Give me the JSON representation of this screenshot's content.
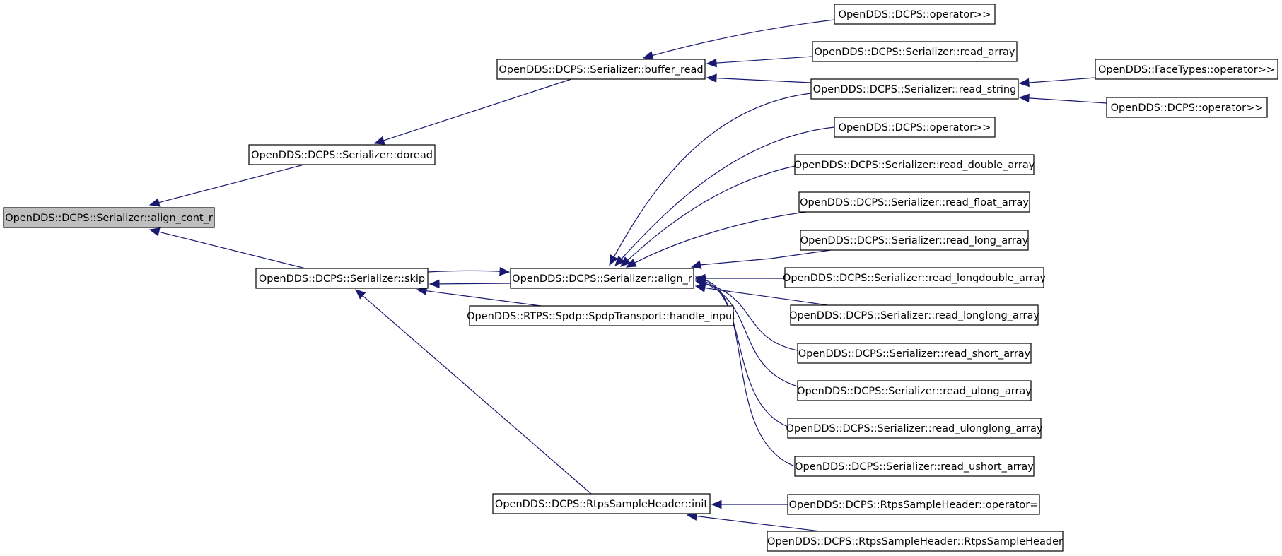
{
  "diagram": {
    "type": "caller-graph",
    "colors": {
      "edge": "#191970",
      "root_fill": "#bfbfbf",
      "node_fill": "#ffffff"
    },
    "nodes": [
      {
        "id": "align_cont_r",
        "label": "OpenDDS::DCPS::Serializer::align_cont_r",
        "root": true
      },
      {
        "id": "doread",
        "label": "OpenDDS::DCPS::Serializer::doread"
      },
      {
        "id": "skip",
        "label": "OpenDDS::DCPS::Serializer::skip"
      },
      {
        "id": "buffer_read",
        "label": "OpenDDS::DCPS::Serializer::buffer_read"
      },
      {
        "id": "align_r",
        "label": "OpenDDS::DCPS::Serializer::align_r"
      },
      {
        "id": "handle_input",
        "label": "OpenDDS::RTPS::Spdp::SpdpTransport::handle_input"
      },
      {
        "id": "rsh_init",
        "label": "OpenDDS::DCPS::RtpsSampleHeader::init"
      },
      {
        "id": "op_a",
        "label": "OpenDDS::DCPS::operator>>"
      },
      {
        "id": "read_array",
        "label": "OpenDDS::DCPS::Serializer::read_array"
      },
      {
        "id": "read_string",
        "label": "OpenDDS::DCPS::Serializer::read_string"
      },
      {
        "id": "op_b",
        "label": "OpenDDS::DCPS::operator>>"
      },
      {
        "id": "read_double_array",
        "label": "OpenDDS::DCPS::Serializer::read_double_array"
      },
      {
        "id": "read_float_array",
        "label": "OpenDDS::DCPS::Serializer::read_float_array"
      },
      {
        "id": "read_long_array",
        "label": "OpenDDS::DCPS::Serializer::read_long_array"
      },
      {
        "id": "read_longdouble_array",
        "label": "OpenDDS::DCPS::Serializer::read_longdouble_array"
      },
      {
        "id": "read_longlong_array",
        "label": "OpenDDS::DCPS::Serializer::read_longlong_array"
      },
      {
        "id": "read_short_array",
        "label": "OpenDDS::DCPS::Serializer::read_short_array"
      },
      {
        "id": "read_ulong_array",
        "label": "OpenDDS::DCPS::Serializer::read_ulong_array"
      },
      {
        "id": "read_ulonglong_array",
        "label": "OpenDDS::DCPS::Serializer::read_ulonglong_array"
      },
      {
        "id": "read_ushort_array",
        "label": "OpenDDS::DCPS::Serializer::read_ushort_array"
      },
      {
        "id": "rsh_op_assign",
        "label": "OpenDDS::DCPS::RtpsSampleHeader::operator="
      },
      {
        "id": "rsh_ctor",
        "label": "OpenDDS::DCPS::RtpsSampleHeader::RtpsSampleHeader"
      },
      {
        "id": "facetypes_op",
        "label": "OpenDDS::FaceTypes::operator>>"
      },
      {
        "id": "op_c",
        "label": "OpenDDS::DCPS::operator>>"
      }
    ],
    "edges": [
      {
        "from": "doread",
        "to": "align_cont_r"
      },
      {
        "from": "skip",
        "to": "align_cont_r"
      },
      {
        "from": "buffer_read",
        "to": "doread"
      },
      {
        "from": "align_r",
        "to": "skip"
      },
      {
        "from": "skip",
        "to": "align_r"
      },
      {
        "from": "handle_input",
        "to": "skip"
      },
      {
        "from": "rsh_init",
        "to": "skip"
      },
      {
        "from": "op_a",
        "to": "buffer_read"
      },
      {
        "from": "read_array",
        "to": "buffer_read"
      },
      {
        "from": "read_string",
        "to": "buffer_read"
      },
      {
        "from": "read_string",
        "to": "align_r"
      },
      {
        "from": "op_b",
        "to": "align_r"
      },
      {
        "from": "read_double_array",
        "to": "align_r"
      },
      {
        "from": "read_float_array",
        "to": "align_r"
      },
      {
        "from": "read_long_array",
        "to": "align_r"
      },
      {
        "from": "read_longdouble_array",
        "to": "align_r"
      },
      {
        "from": "read_longlong_array",
        "to": "align_r"
      },
      {
        "from": "read_short_array",
        "to": "align_r"
      },
      {
        "from": "read_ulong_array",
        "to": "align_r"
      },
      {
        "from": "read_ulonglong_array",
        "to": "align_r"
      },
      {
        "from": "read_ushort_array",
        "to": "align_r"
      },
      {
        "from": "rsh_op_assign",
        "to": "rsh_init"
      },
      {
        "from": "rsh_ctor",
        "to": "rsh_init"
      },
      {
        "from": "facetypes_op",
        "to": "read_string"
      },
      {
        "from": "op_c",
        "to": "read_string"
      }
    ]
  }
}
